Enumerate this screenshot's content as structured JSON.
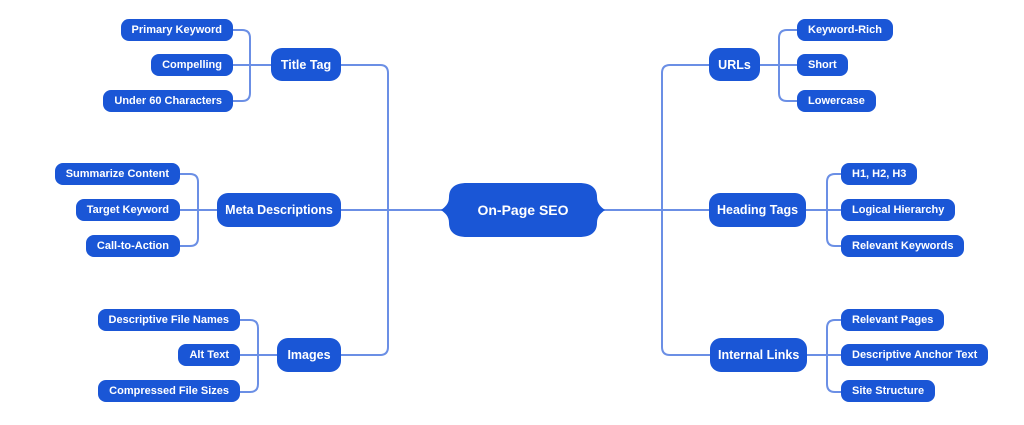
{
  "mindmap": {
    "center": {
      "label": "On-Page SEO"
    },
    "left_branches": [
      {
        "label": "Title Tag",
        "children": [
          "Primary Keyword",
          "Compelling",
          "Under 60 Characters"
        ]
      },
      {
        "label": "Meta Descriptions",
        "children": [
          "Summarize Content",
          "Target Keyword",
          "Call-to-Action"
        ]
      },
      {
        "label": "Images",
        "children": [
          "Descriptive File Names",
          "Alt Text",
          "Compressed File Sizes"
        ]
      }
    ],
    "right_branches": [
      {
        "label": "URLs",
        "children": [
          "Keyword-Rich",
          "Short",
          "Lowercase"
        ]
      },
      {
        "label": "Heading Tags",
        "children": [
          "H1, H2, H3",
          "Logical Hierarchy",
          "Relevant Keywords"
        ]
      },
      {
        "label": "Internal Links",
        "children": [
          "Relevant Pages",
          "Descriptive Anchor Text",
          "Site Structure"
        ]
      }
    ],
    "colors": {
      "node_fill": "#1A56D6",
      "node_text": "#FFFFFF",
      "connector": "#6B8FE5",
      "background": "#FFFFFF"
    }
  }
}
